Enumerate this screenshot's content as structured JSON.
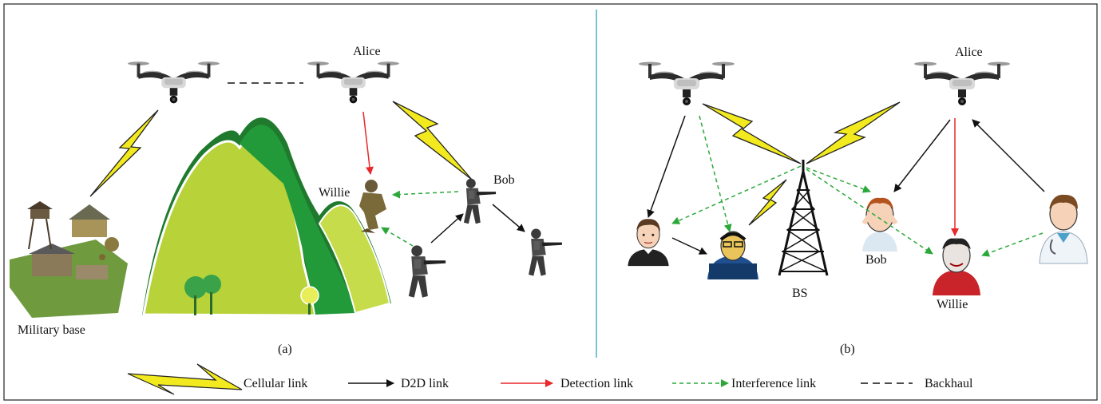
{
  "panel_a": {
    "caption": "(a)",
    "labels": {
      "alice": "Alice",
      "willie": "Willie",
      "bob": "Bob",
      "military_base": "Military base"
    }
  },
  "panel_b": {
    "caption": "(b)",
    "labels": {
      "alice": "Alice",
      "bs": "BS",
      "bob": "Bob",
      "willie": "Willie"
    }
  },
  "legend": {
    "cellular": "Cellular link",
    "d2d": "D2D link",
    "detection": "Detection link",
    "interference": "Interference link",
    "backhaul": "Backhaul"
  },
  "colors": {
    "d2d": "#111111",
    "detection": "#e8282b",
    "interference": "#2ca83a",
    "cellular_bolt": "#f2ea1e",
    "divider": "#4bb0c8"
  }
}
